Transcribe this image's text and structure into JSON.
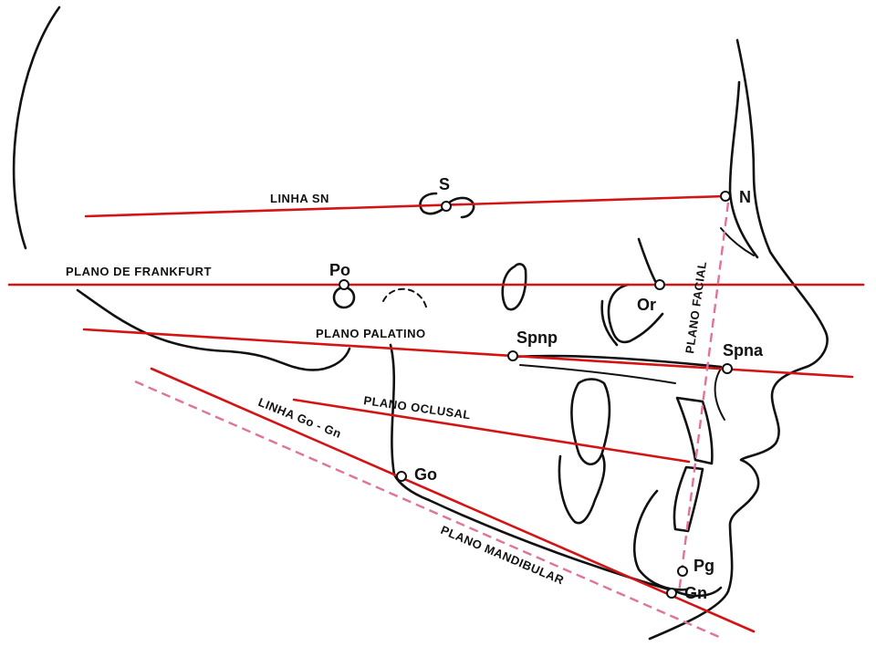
{
  "colors": {
    "reference_line": "#d41414",
    "dashed_line": "#e0739a",
    "sketch": "#111111",
    "background": "#ffffff"
  },
  "lines": {
    "linha_sn": "LINHA SN",
    "plano_frankfurt": "PLANO DE FRANKFURT",
    "plano_palatino": "PLANO PALATINO",
    "plano_oclusal": "PLANO OCLUSAL",
    "linha_go_gn": "LINHA Go - Gn",
    "plano_mandibular": "PLANO MANDIBULAR",
    "plano_facial": "PLANO FACIAL"
  },
  "points": {
    "s": "S",
    "n": "N",
    "po": "Po",
    "or": "Or",
    "spnp": "Spnp",
    "spna": "Spna",
    "go": "Go",
    "pg": "Pg",
    "gn": "Gn"
  }
}
